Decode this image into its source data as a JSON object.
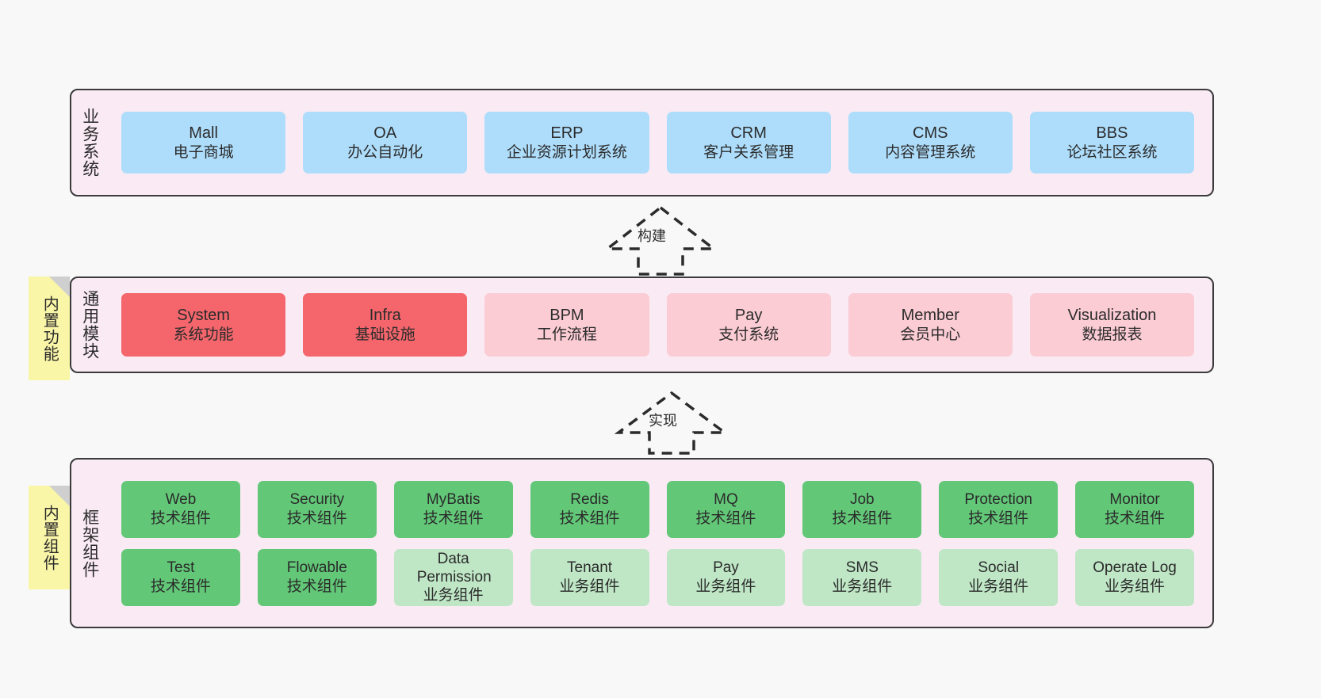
{
  "layers": [
    {
      "id": "business-systems",
      "title": "业务系统",
      "items": [
        {
          "en": "Mall",
          "cn": "电子商城"
        },
        {
          "en": "OA",
          "cn": "办公自动化"
        },
        {
          "en": "ERP",
          "cn": "企业资源计划系统"
        },
        {
          "en": "CRM",
          "cn": "客户关系管理"
        },
        {
          "en": "CMS",
          "cn": "内容管理系统"
        },
        {
          "en": "BBS",
          "cn": "论坛社区系统"
        }
      ]
    },
    {
      "id": "common-modules",
      "title": "通用模块",
      "note": "内置功能",
      "items": [
        {
          "en": "System",
          "cn": "系统功能",
          "emphasis": true
        },
        {
          "en": "Infra",
          "cn": "基础设施",
          "emphasis": true
        },
        {
          "en": "BPM",
          "cn": "工作流程",
          "emphasis": false
        },
        {
          "en": "Pay",
          "cn": "支付系统",
          "emphasis": false
        },
        {
          "en": "Member",
          "cn": "会员中心",
          "emphasis": false
        },
        {
          "en": "Visualization",
          "cn": "数据报表",
          "emphasis": false
        }
      ]
    },
    {
      "id": "framework-components",
      "title": "框架组件",
      "note": "内置组件",
      "rows": [
        [
          {
            "en": "Web",
            "cn": "技术组件",
            "kind": "tech"
          },
          {
            "en": "Security",
            "cn": "技术组件",
            "kind": "tech"
          },
          {
            "en": "MyBatis",
            "cn": "技术组件",
            "kind": "tech"
          },
          {
            "en": "Redis",
            "cn": "技术组件",
            "kind": "tech"
          },
          {
            "en": "MQ",
            "cn": "技术组件",
            "kind": "tech"
          },
          {
            "en": "Job",
            "cn": "技术组件",
            "kind": "tech"
          },
          {
            "en": "Protection",
            "cn": "技术组件",
            "kind": "tech"
          },
          {
            "en": "Monitor",
            "cn": "技术组件",
            "kind": "tech"
          }
        ],
        [
          {
            "en": "Test",
            "cn": "技术组件",
            "kind": "tech"
          },
          {
            "en": "Flowable",
            "cn": "技术组件",
            "kind": "tech"
          },
          {
            "en": "Data Permission",
            "cn": "业务组件",
            "kind": "biz"
          },
          {
            "en": "Tenant",
            "cn": "业务组件",
            "kind": "biz"
          },
          {
            "en": "Pay",
            "cn": "业务组件",
            "kind": "biz"
          },
          {
            "en": "SMS",
            "cn": "业务组件",
            "kind": "biz"
          },
          {
            "en": "Social",
            "cn": "业务组件",
            "kind": "biz"
          },
          {
            "en": "Operate Log",
            "cn": "业务组件",
            "kind": "biz"
          }
        ]
      ]
    }
  ],
  "connectors": [
    {
      "id": "build",
      "label": "构建"
    },
    {
      "id": "implement",
      "label": "实现"
    }
  ],
  "colors": {
    "band_background": "#f9eaf4",
    "band_border": "#3b3b3b",
    "business_card": "#aeddfb",
    "module_emphasis": "#f4666c",
    "module_normal": "#fbccd4",
    "component_tech": "#62c878",
    "component_business": "#bfe7c6",
    "note": "#faf6a8",
    "note_fold": "#cfcfcf",
    "text": "#2b2b2b"
  }
}
